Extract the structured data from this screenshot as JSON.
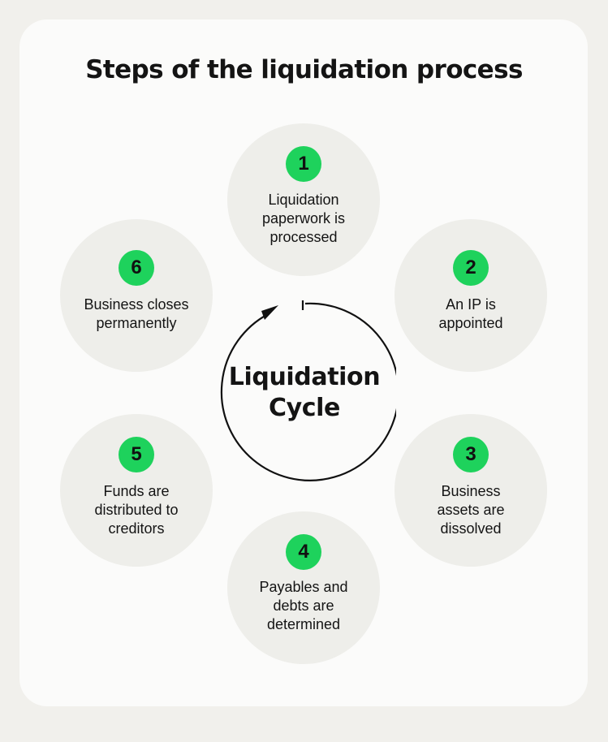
{
  "title": "Steps of the liquidation process",
  "center_label": "Liquidation\nCycle",
  "steps": [
    {
      "number": "1",
      "text": "Liquidation\npaperwork is\nprocessed"
    },
    {
      "number": "2",
      "text": "An IP is\nappointed"
    },
    {
      "number": "3",
      "text": "Business\nassets are\ndissolved"
    },
    {
      "number": "4",
      "text": "Payables and\ndebts are\ndetermined"
    },
    {
      "number": "5",
      "text": "Funds are\ndistributed to\ncreditors"
    },
    {
      "number": "6",
      "text": "Business closes\npermanently"
    }
  ],
  "colors": {
    "background": "#f1f0ec",
    "card": "#fbfbfa",
    "step_circle": "#eeeeea",
    "badge": "#1ed25c",
    "text": "#141414"
  },
  "icons": {
    "cycle": "circular-arrow-icon"
  }
}
